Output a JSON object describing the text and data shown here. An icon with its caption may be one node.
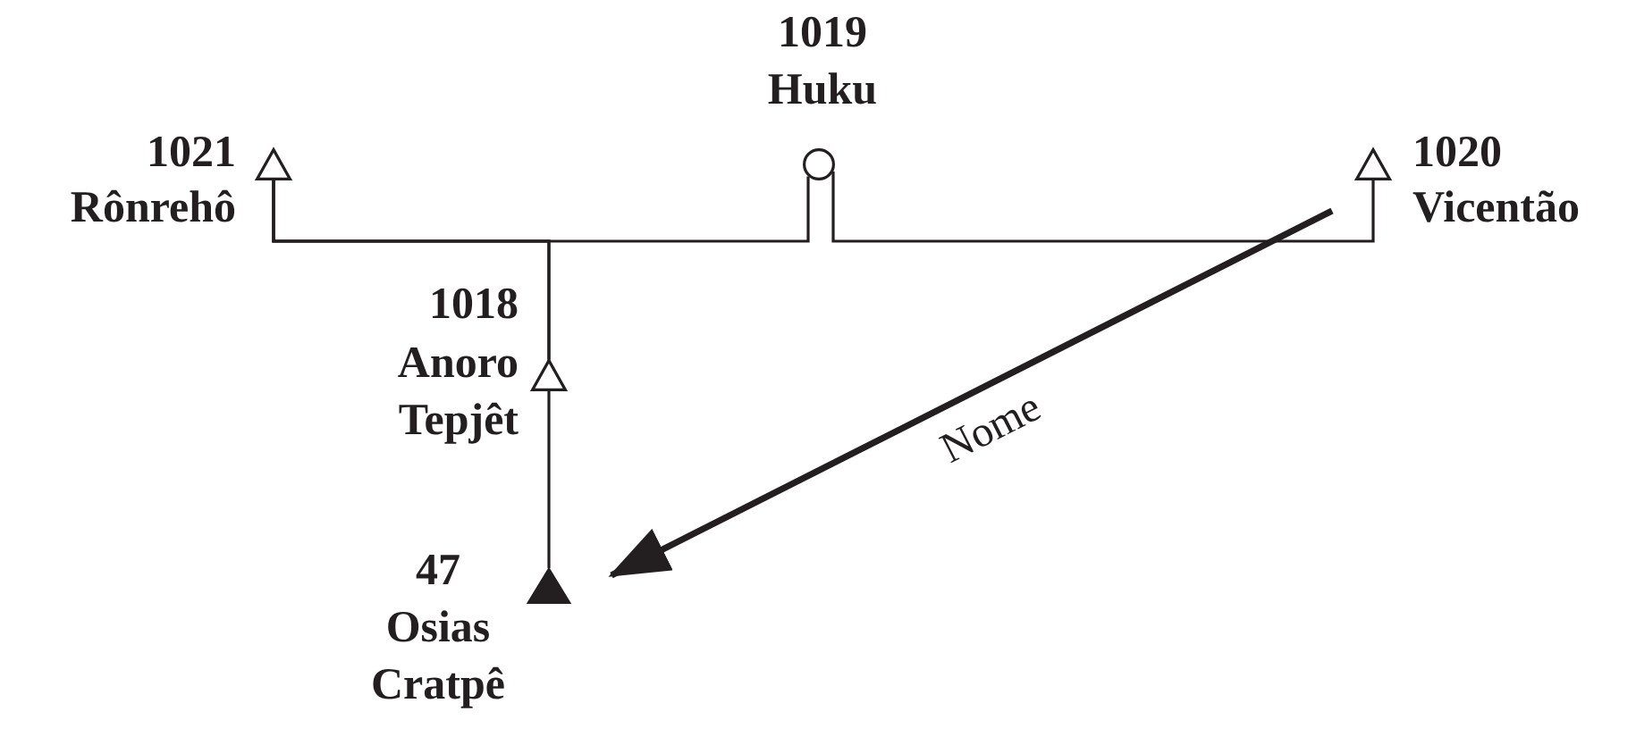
{
  "diagram": {
    "nodes": [
      {
        "text": [
          "1021",
          "Rônrehô"
        ]
      },
      {
        "text": [
          "1019",
          "Huku"
        ]
      },
      {
        "text": [
          "1020",
          "Vicentão"
        ]
      },
      {
        "text": [
          "1018",
          "Anoro Tepjêt"
        ]
      },
      {
        "text": [
          "47",
          "Osias Cratpê"
        ]
      }
    ],
    "edges": [
      {
        "from": 0,
        "to": 1,
        "arrow": "none"
      },
      {
        "from": 1,
        "to": 2,
        "arrow": "none"
      },
      {
        "from": 0,
        "to": 3,
        "arrow": "none"
      },
      {
        "from": 0,
        "to": 4,
        "arrow": "none"
      },
      {
        "from": null,
        "to": 4,
        "arrow": "to",
        "label": "Nome",
        "style": "thick"
      }
    ]
  }
}
